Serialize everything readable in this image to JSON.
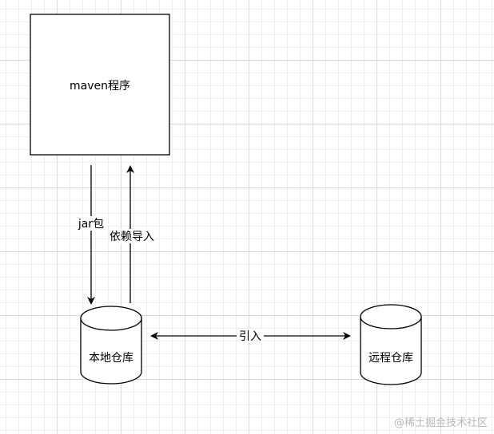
{
  "nodes": {
    "maven_program": {
      "label": "maven程序"
    },
    "local_repo": {
      "label": "本地仓库"
    },
    "remote_repo": {
      "label": "远程仓库"
    }
  },
  "edges": {
    "jar_package": {
      "label": "jar包"
    },
    "dependency_import": {
      "label": "依赖导入"
    },
    "import": {
      "label": "引入"
    }
  },
  "watermark": {
    "text": "@稀土掘金技术社区"
  },
  "colors": {
    "stroke": "#000000",
    "grid": "#d9d9d9",
    "background": "#ffffff",
    "watermark": "#b8b8b8"
  }
}
